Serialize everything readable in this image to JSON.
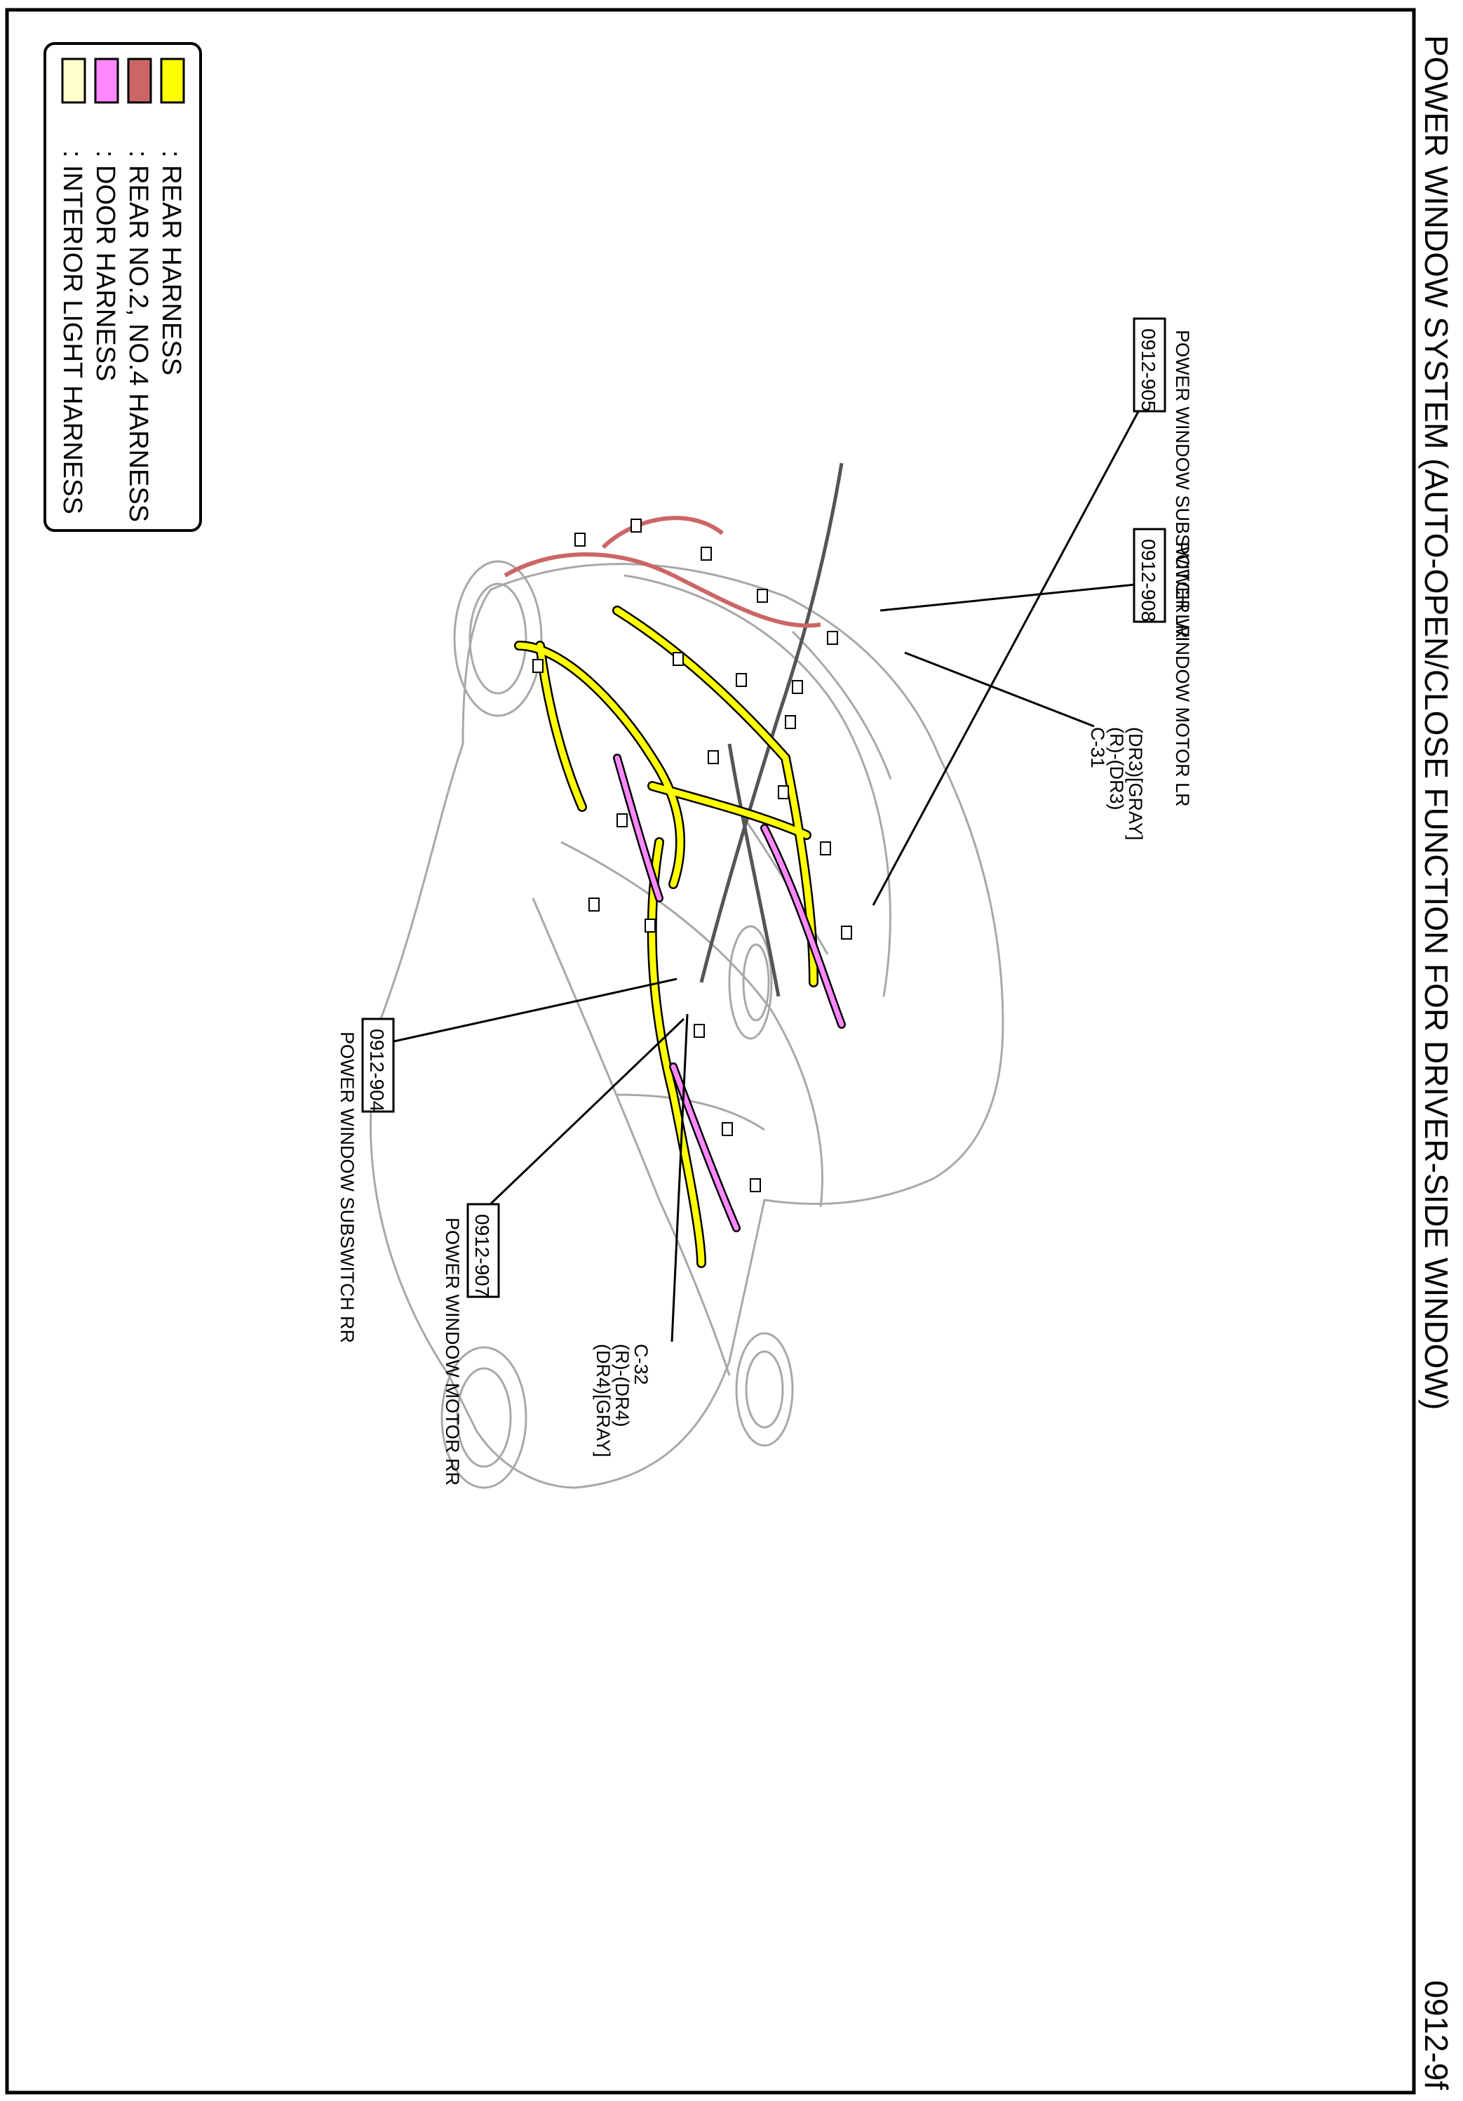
{
  "page": {
    "title": "POWER WINDOW SYSTEM (AUTO-OPEN/CLOSE FUNCTION FOR DRIVER-SIDE WINDOW)",
    "page_number": "0912-9f"
  },
  "legend": [
    {
      "label": ": REAR HARNESS",
      "color": "#ffff00"
    },
    {
      "label": ": REAR NO.2, NO.4 HARNESS",
      "color": "#cc6666"
    },
    {
      "label": ": DOOR HARNESS",
      "color": "#ff88ff"
    },
    {
      "label": ": INTERIOR LIGHT HARNESS",
      "color": "#ffffcc"
    }
  ],
  "callouts": {
    "subswitch_lr": {
      "code": "0912-905",
      "name": "POWER WINDOW SUBSWITCH LR"
    },
    "motor_lr": {
      "code": "0912-908",
      "name": "POWER WINDOW MOTOR LR",
      "conn1": "(DR3)[GRAY]",
      "conn2": "(R)-(DR3)",
      "conn3": "C-31"
    },
    "subswitch_rr": {
      "code": "0912-904",
      "name": "POWER WINDOW SUBSWITCH RR"
    },
    "motor_rr": {
      "code": "0912-907",
      "name": "POWER WINDOW MOTOR RR",
      "conn1": "C-32",
      "conn2": "(R)-(DR4)",
      "conn3": "(DR4)[GRAY]"
    }
  }
}
